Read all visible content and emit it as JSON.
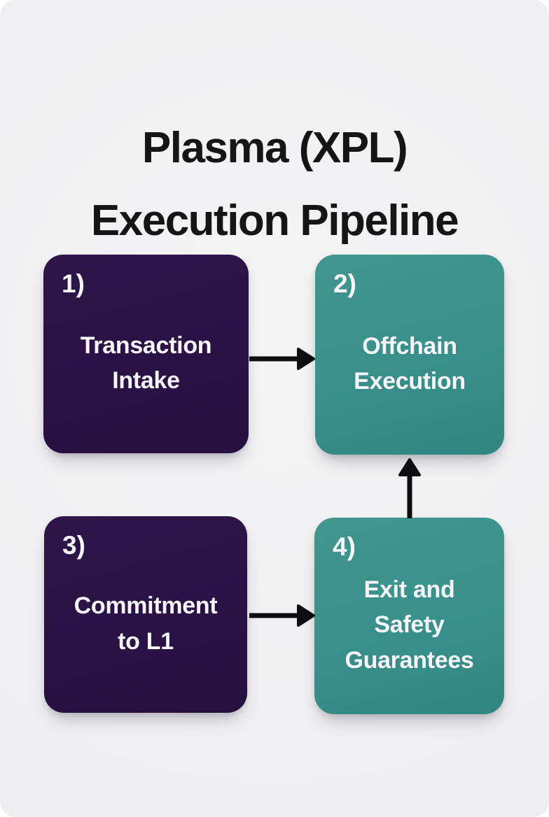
{
  "title": {
    "line1": "Plasma (XPL)",
    "line2": "Execution Pipeline"
  },
  "diagram": {
    "type": "flowchart",
    "nodes": [
      {
        "number_label": "1)",
        "label": "Transaction\nIntake",
        "color": "#2a1245"
      },
      {
        "number_label": "2)",
        "label": "Offchain\nExecution",
        "color": "#39908a"
      },
      {
        "number_label": "3)",
        "label": "Commitment\nto L1",
        "color": "#2a1245"
      },
      {
        "number_label": "4)",
        "label": "Exit and\nSafety\nGuarantees",
        "color": "#39908a"
      }
    ],
    "edges": [
      {
        "from": "1",
        "to": "2",
        "direction": "right"
      },
      {
        "from": "3",
        "to": "4",
        "direction": "right"
      },
      {
        "from": "4",
        "to": "2",
        "direction": "up"
      }
    ],
    "colors": {
      "step_primary": "#2a1245",
      "step_secondary": "#39908a",
      "arrow": "#0e0e10",
      "background": "#f1f1f2",
      "node_text": "#f7f6fa",
      "title_text": "#151515"
    }
  }
}
